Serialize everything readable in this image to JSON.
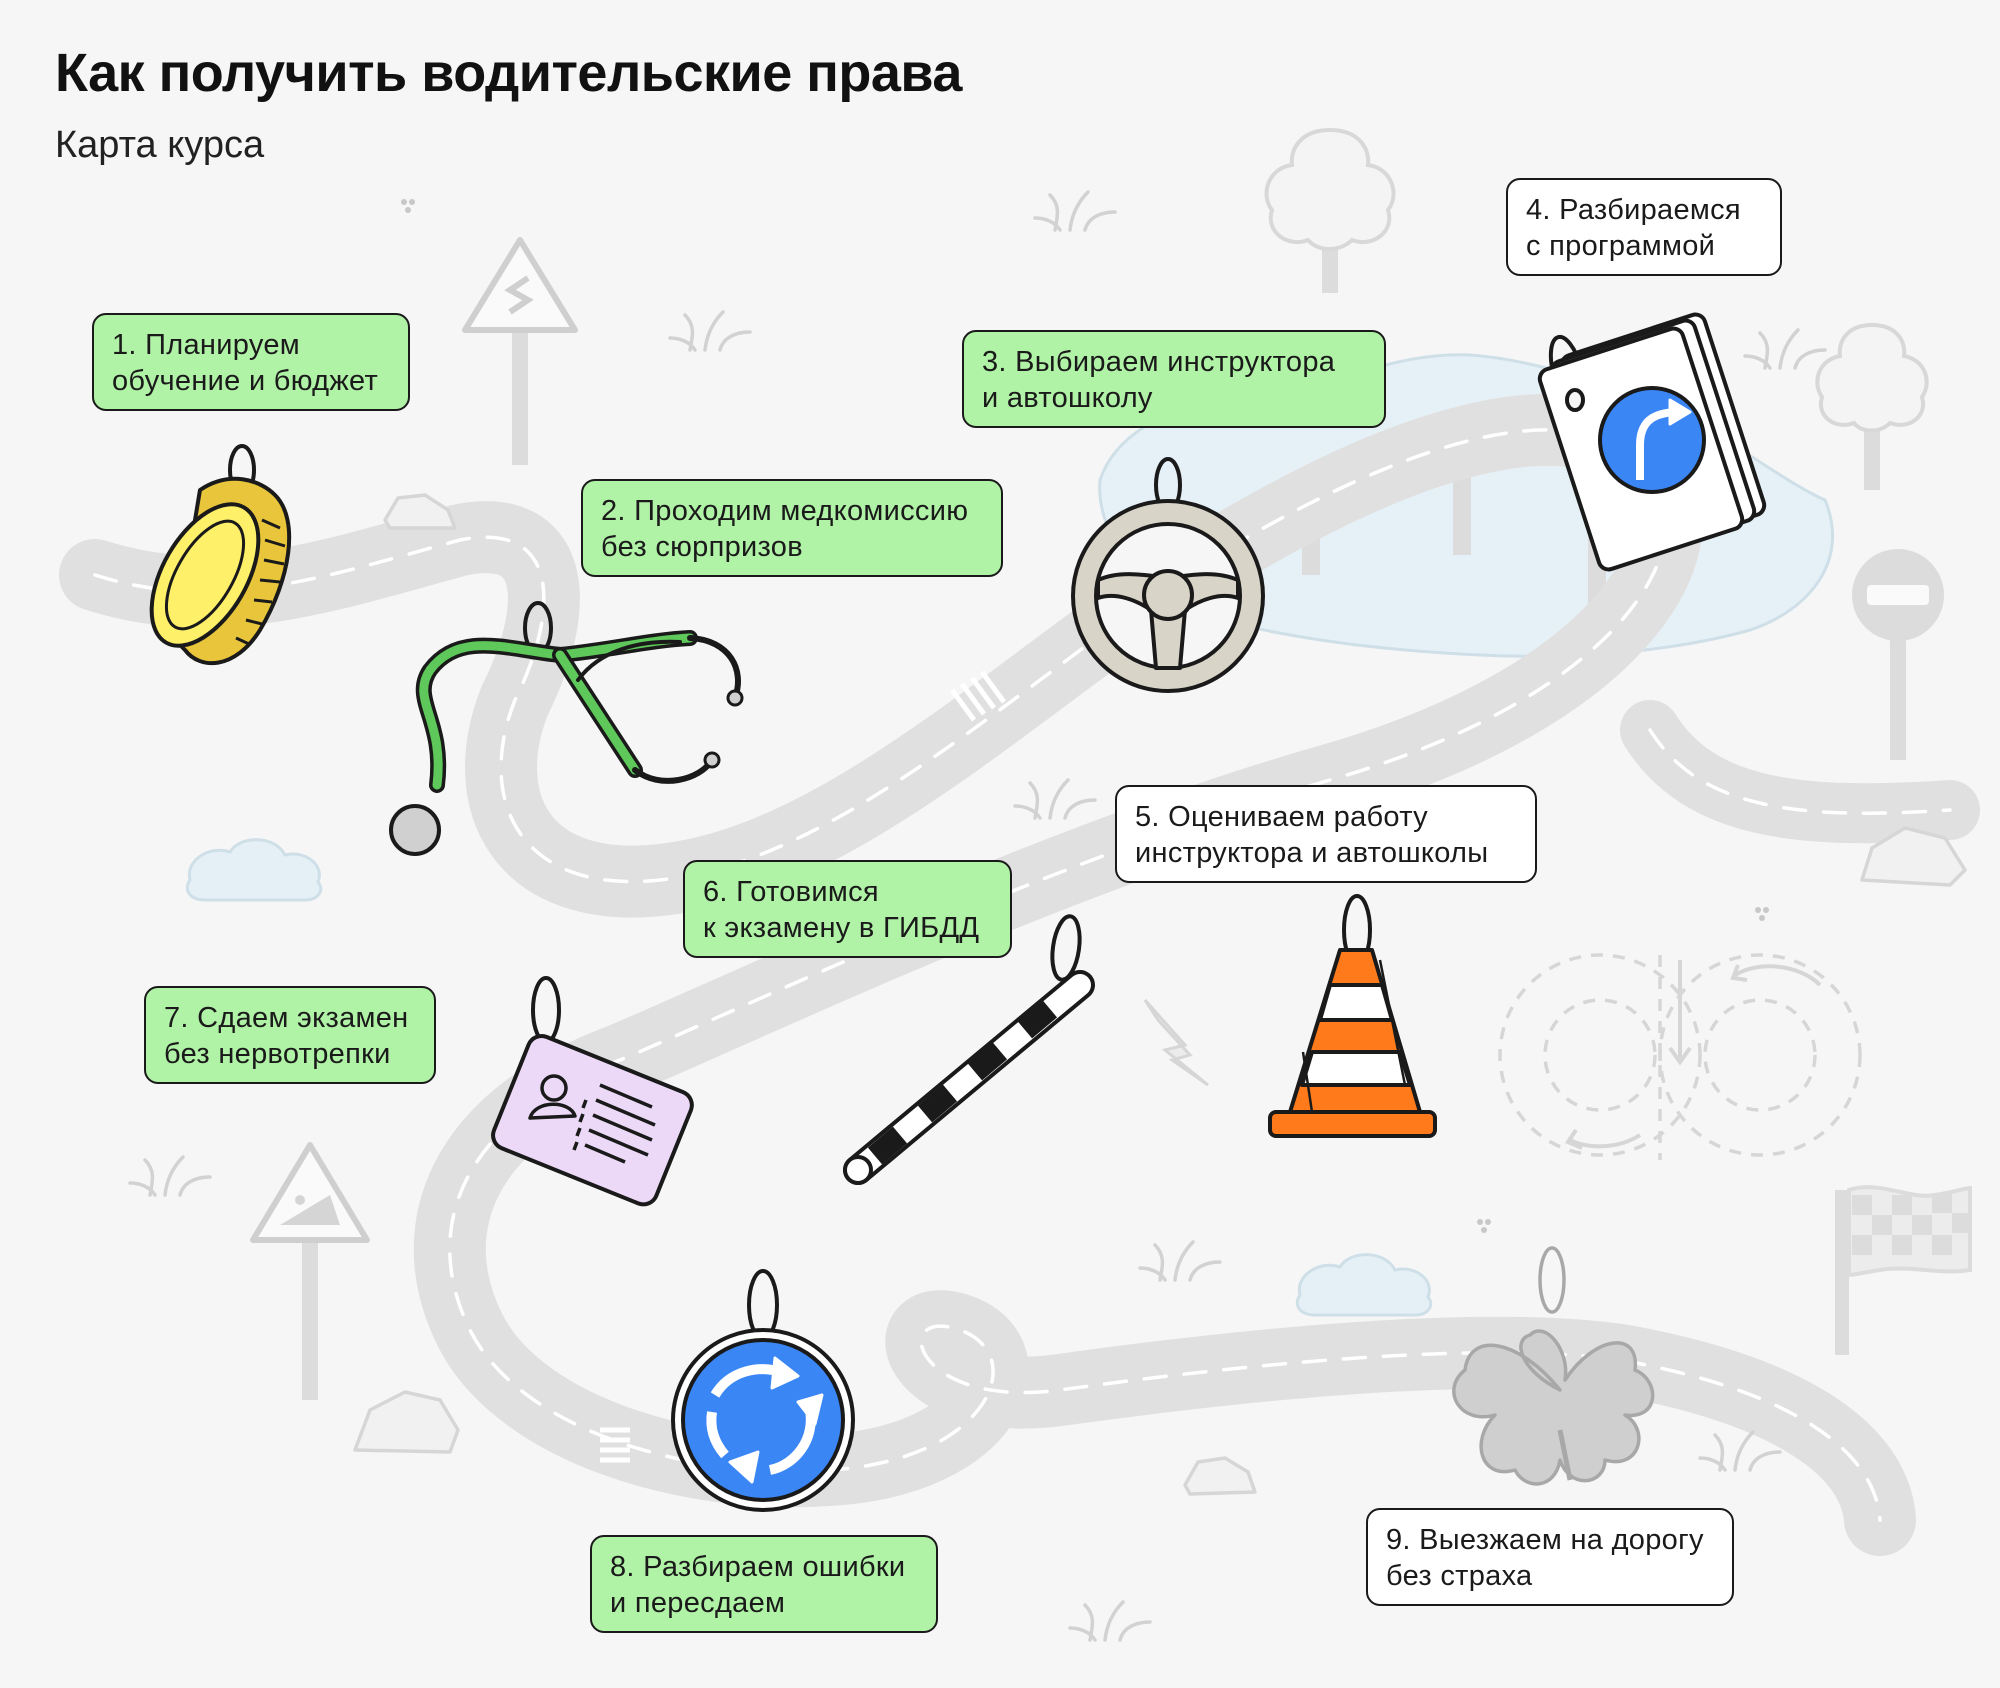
{
  "header": {
    "title": "Как получить водительские права",
    "subtitle": "Карта курса"
  },
  "colors": {
    "background": "#f6f6f6",
    "step_done": "#b0f2a6",
    "step_pending": "#ffffff",
    "road": "#e0e0e0",
    "road_marking": "#ffffff",
    "lake": "#e6f1f7"
  },
  "steps": [
    {
      "line1": "1. Планируем",
      "line2": "обучение и бюджет",
      "style": "green",
      "icon": "coin-icon"
    },
    {
      "line1": "2. Проходим медкомиссию",
      "line2": "без сюрпризов",
      "style": "green",
      "icon": "stethoscope-icon"
    },
    {
      "line1": "3. Выбираем инструктора",
      "line2": "и автошколу",
      "style": "green",
      "icon": "steering-wheel-icon"
    },
    {
      "line1": "4. Разбираемся",
      "line2": "с программой",
      "style": "white",
      "icon": "road-sign-cards-icon"
    },
    {
      "line1": "5. Оцениваем работу",
      "line2": "инструктора и автошколы",
      "style": "white",
      "icon": "traffic-cone-icon"
    },
    {
      "line1": "6.  Готовимся",
      "line2": "к экзамену в ГИБДД",
      "style": "green",
      "icon": "police-baton-icon"
    },
    {
      "line1": "7. Сдаем экзамен",
      "line2": "без нервотрепки",
      "style": "green",
      "icon": "driver-license-icon"
    },
    {
      "line1": "8. Разбираем ошибки",
      "line2": "и пересдаем",
      "style": "green",
      "icon": "roundabout-sign-icon"
    },
    {
      "line1": "9. Выезжаем на дорогу",
      "line2": "без страха",
      "style": "white",
      "icon": "clover-icon"
    }
  ]
}
